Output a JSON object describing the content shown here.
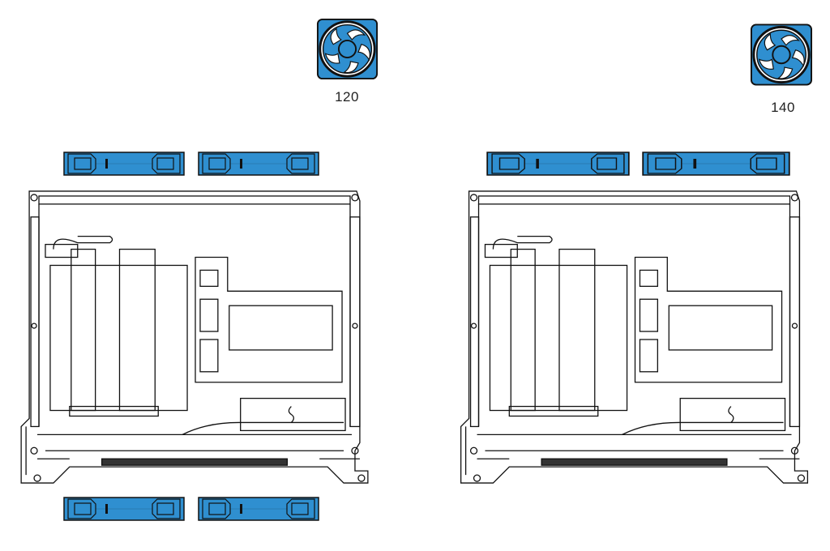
{
  "fan_sizes": [
    {
      "label": "120"
    },
    {
      "label": "140"
    }
  ],
  "colors": {
    "fan": "#2f8fd0",
    "outline": "#1a1a1a",
    "background": "#ffffff"
  },
  "icons": [
    "fan-icon-120",
    "fan-icon-140",
    "fan-side-view",
    "case-drawing"
  ]
}
